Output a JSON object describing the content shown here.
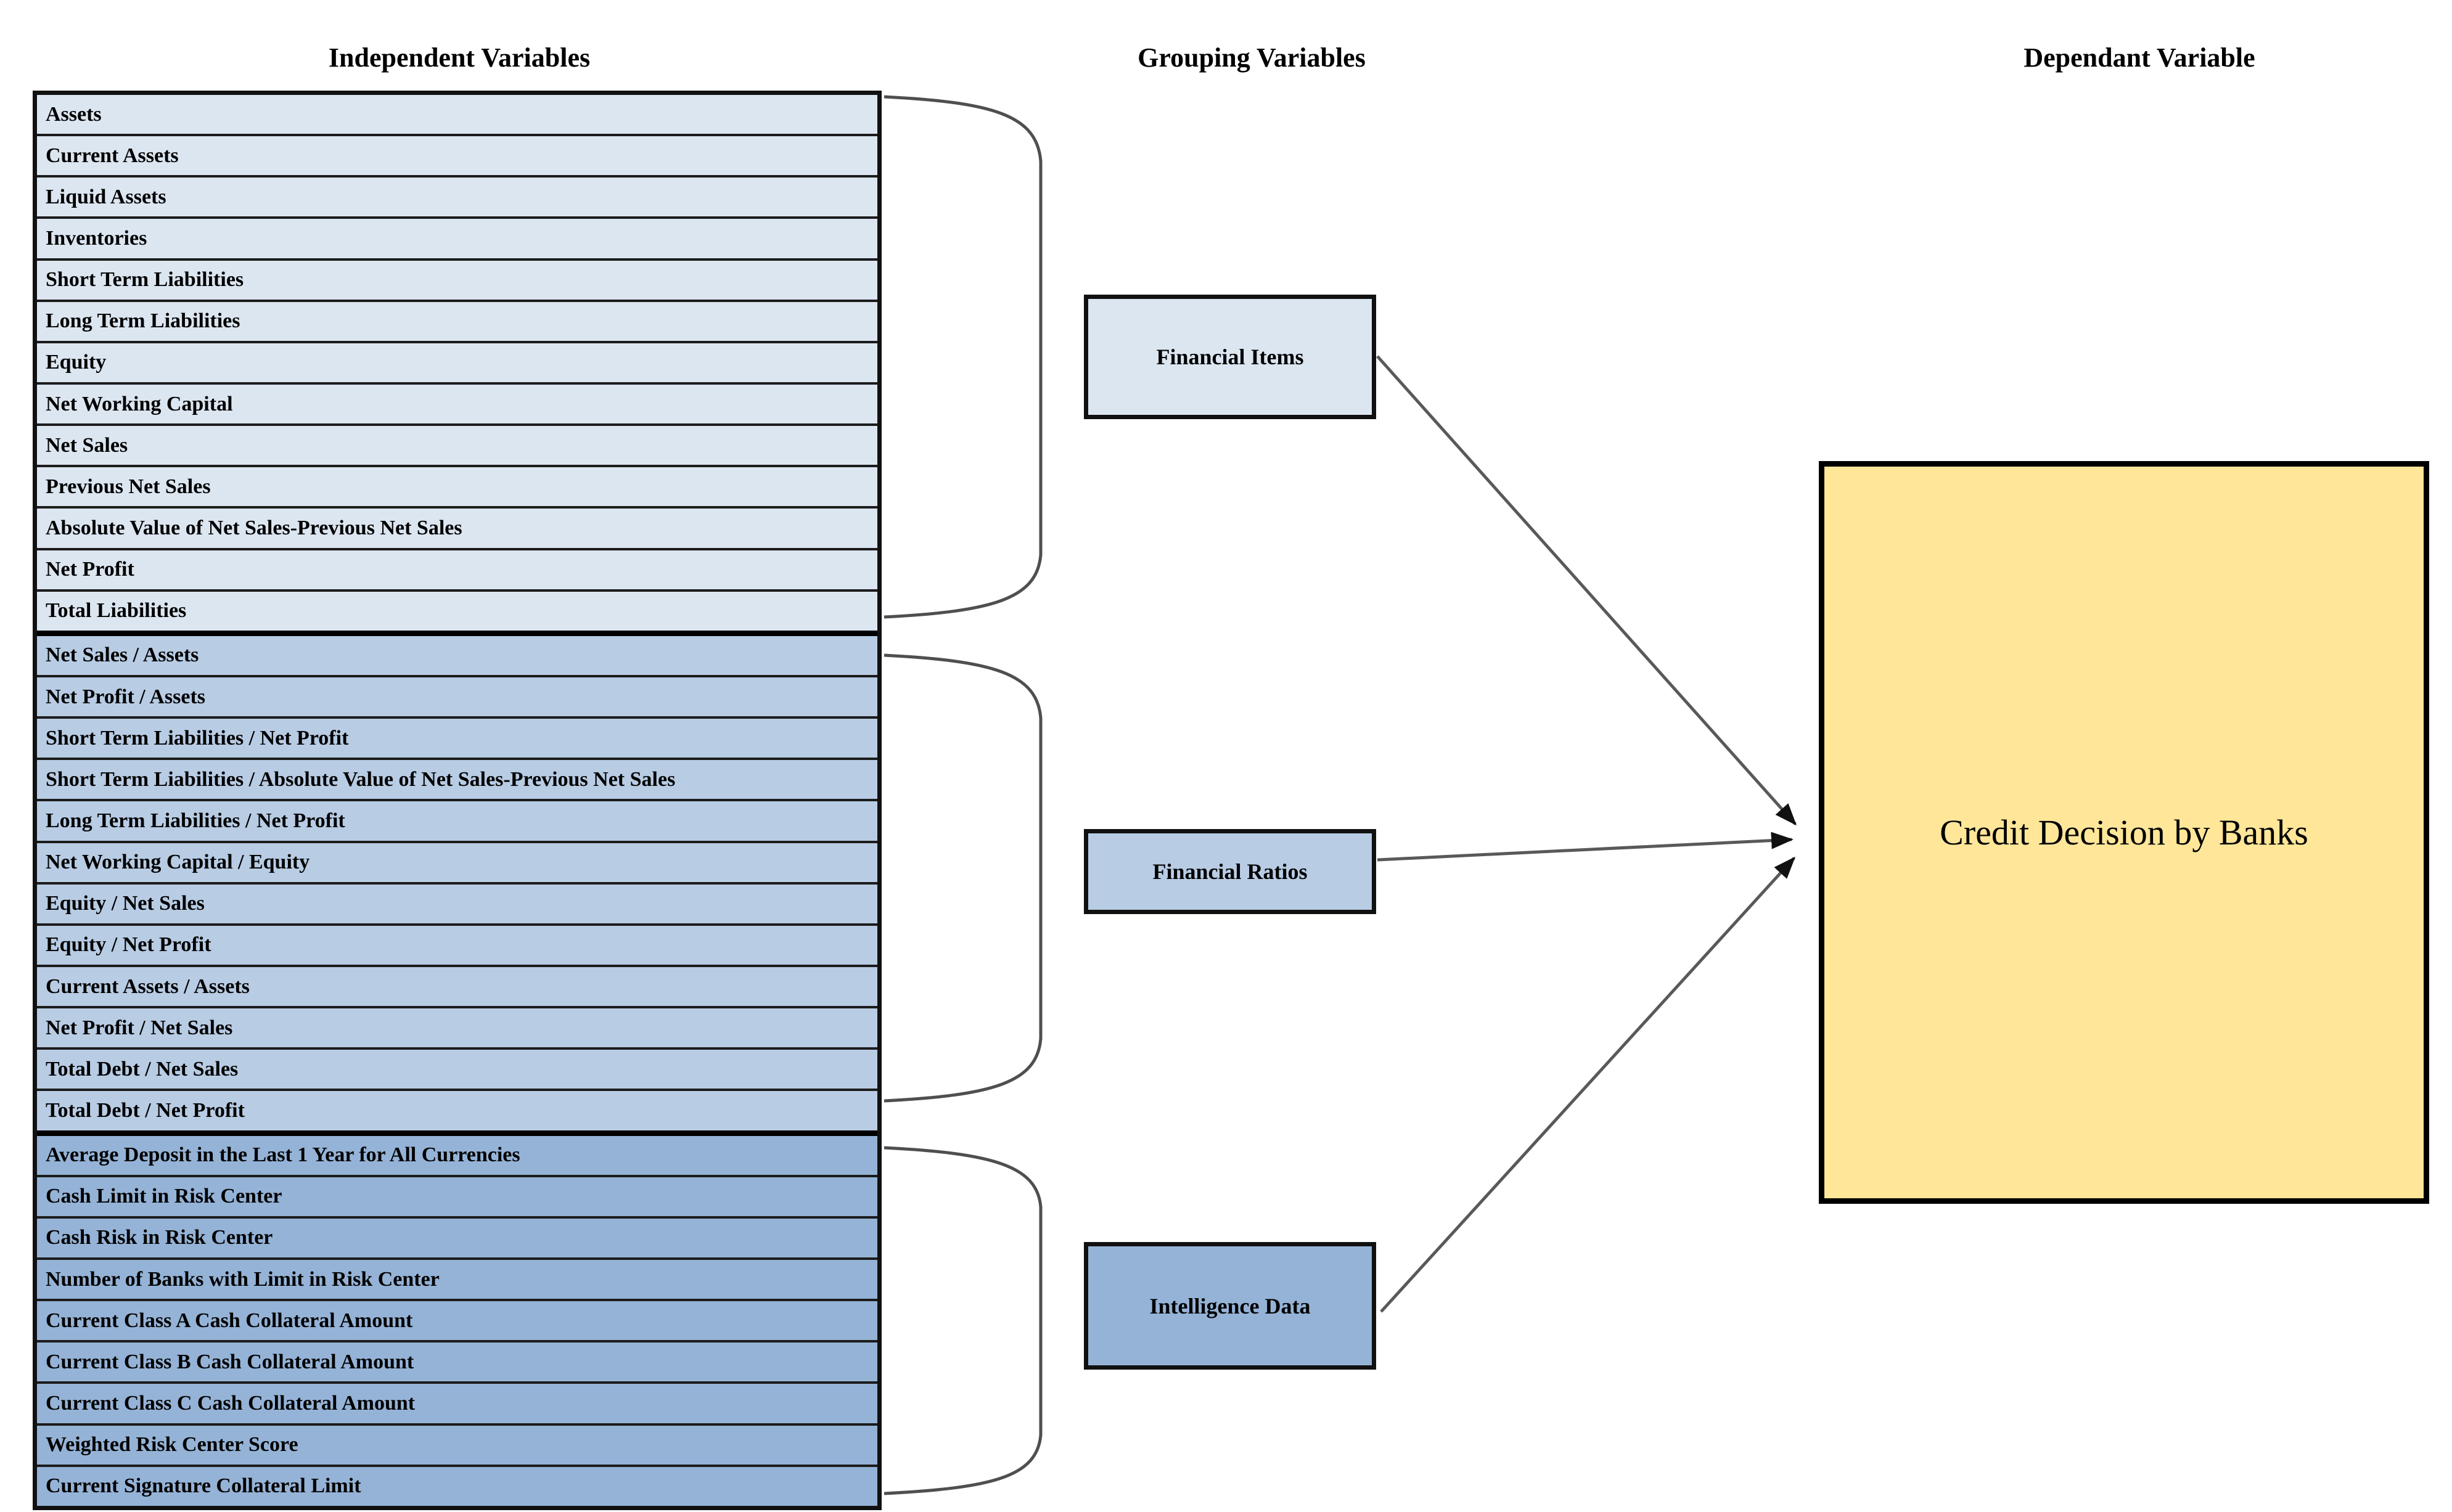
{
  "headers": {
    "independent": "Independent Variables",
    "grouping": "Grouping Variables",
    "dependent": "Dependant Variable"
  },
  "groups": [
    {
      "label": "Financial Items",
      "fill": "#DCE6F1",
      "rows": [
        "Assets",
        "Current Assets",
        "Liquid Assets",
        "Inventories",
        "Short Term Liabilities",
        "Long Term Liabilities",
        "Equity",
        "Net Working Capital",
        "Net Sales",
        "Previous Net Sales",
        "Absolute Value of Net Sales-Previous Net Sales",
        "Net Profit",
        "Total Liabilities"
      ]
    },
    {
      "label": "Financial Ratios",
      "fill": "#B8CCE4",
      "rows": [
        "Net Sales / Assets",
        "Net Profit / Assets",
        "Short Term Liabilities / Net Profit",
        "Short Term Liabilities / Absolute Value of Net Sales-Previous Net Sales",
        "Long Term Liabilities / Net Profit",
        "Net Working Capital / Equity",
        "Equity / Net Sales",
        "Equity / Net Profit",
        "Current Assets / Assets",
        "Net Profit / Net Sales",
        "Total Debt / Net Sales",
        "Total Debt / Net Profit"
      ]
    },
    {
      "label": "Intelligence Data",
      "fill": "#95B3D7",
      "rows": [
        "Average Deposit in the Last 1 Year for All Currencies",
        "Cash Limit in Risk Center",
        "Cash Risk in Risk Center",
        "Number of Banks with Limit in Risk Center",
        "Current Class A Cash Collateral Amount",
        "Current Class B Cash Collateral Amount",
        "Current Class C Cash Collateral Amount",
        "Weighted Risk Center Score",
        "Current Signature Collateral Limit"
      ]
    }
  ],
  "dependent": {
    "label": "Credit Decision by Banks",
    "fill": "#FFE699"
  },
  "colors": {
    "group1_fill": "#DCE6F1",
    "group2_fill": "#B8CCE4",
    "group3_fill": "#95B3D7",
    "dependent_fill": "#FFE699",
    "connector_line": "#595959",
    "border": "#111111"
  }
}
